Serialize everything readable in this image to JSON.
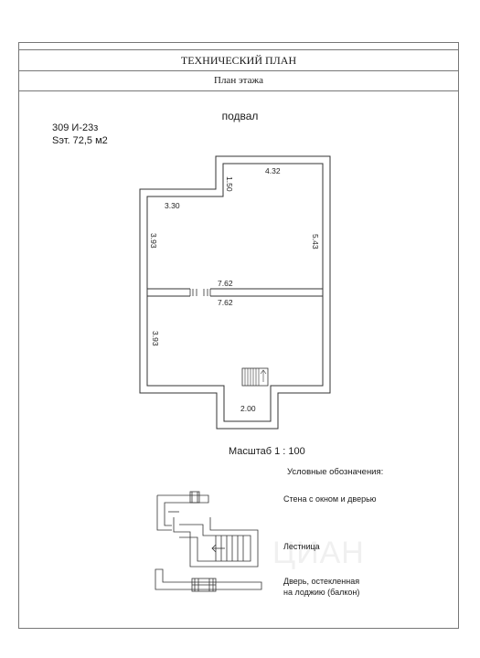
{
  "header": {
    "title": "ТЕХНИЧЕСКИЙ ПЛАН",
    "subtitle": "План этажа"
  },
  "floor": {
    "name": "подвал",
    "code": "309  И-23з",
    "area": "Sэт. 72,5 м2"
  },
  "dimensions": {
    "top_right_width": "4.32",
    "offset_height": "1.50",
    "upper_left_width": "3.30",
    "upper_left_height": "3.93",
    "right_height": "5.43",
    "partition_upper": "7.62",
    "partition_lower": "7.62",
    "lower_left_height": "3.93",
    "bottom_width": "2.00"
  },
  "scale": "Масштаб 1 : 100",
  "legend": {
    "title": "Условные обозначения:",
    "items": [
      {
        "label": "Стена с окном и дверью"
      },
      {
        "label": "Лестница"
      },
      {
        "label_line1": "Дверь, остекленная",
        "label_line2": "на лоджию (балкон)"
      }
    ]
  },
  "watermark": "ЦИАН"
}
